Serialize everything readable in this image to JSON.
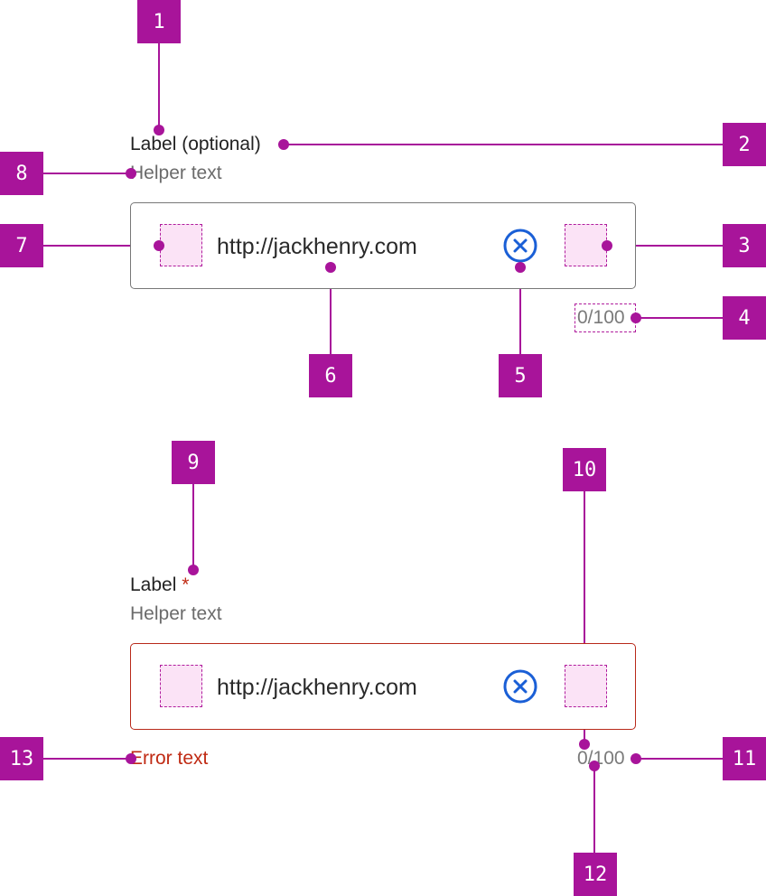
{
  "top_example": {
    "label": "Label (optional)",
    "helper": "Helper text",
    "value": "http://jackhenry.com",
    "counter": "0/100"
  },
  "bottom_example": {
    "label": "Label",
    "required_marker": "*",
    "helper": "Helper text",
    "value": "http://jackhenry.com",
    "counter": "0/100",
    "error": "Error text"
  },
  "callouts": [
    "1",
    "2",
    "3",
    "4",
    "5",
    "6",
    "7",
    "8",
    "9",
    "10",
    "11",
    "12",
    "13"
  ],
  "colors": {
    "callout": "#a8149a",
    "error": "#c02b14",
    "clear_icon": "#1a5fd6",
    "slot_fill": "#fbe3f6"
  },
  "icons": [
    "clear-circle-x-icon"
  ]
}
